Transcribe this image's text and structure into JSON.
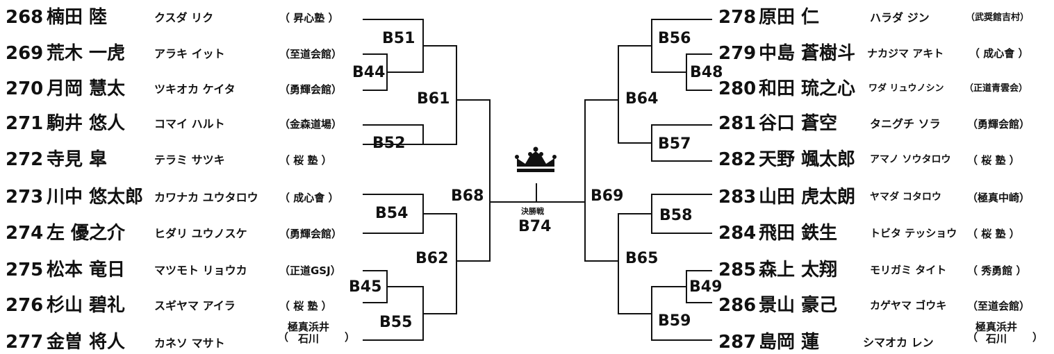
{
  "left": [
    {
      "no": "268",
      "name": "楠田 陸",
      "kana": "クスダ リク",
      "dojo": "（ 昇心塾 ）"
    },
    {
      "no": "269",
      "name": "荒木 一虎",
      "kana": "アラキ イット",
      "dojo": "（至道会館）"
    },
    {
      "no": "270",
      "name": "月岡 慧太",
      "kana": "ツキオカ ケイタ",
      "dojo": "（勇輝会館）"
    },
    {
      "no": "271",
      "name": "駒井 悠人",
      "kana": "コマイ ハルト",
      "dojo": "（金森道場）"
    },
    {
      "no": "272",
      "name": "寺見 皐",
      "kana": "テラミ サツキ",
      "dojo": "（  桜 塾  ）"
    },
    {
      "no": "273",
      "name": "川中 悠太郎",
      "kana": "カワナカ ユウタロウ",
      "dojo": "（ 成心會 ）"
    },
    {
      "no": "274",
      "name": "左 優之介",
      "kana": "ヒダリ ユウノスケ",
      "dojo": "（勇輝会館）"
    },
    {
      "no": "275",
      "name": "松本 竜日",
      "kana": "マツモト リョウカ",
      "dojo": "（正道GSJ）"
    },
    {
      "no": "276",
      "name": "杉山 碧礼",
      "kana": "スギヤマ アイラ",
      "dojo": "（  桜 塾  ）"
    },
    {
      "no": "277",
      "name": "金曽 将人",
      "kana": "カネソ マサト",
      "dojo_l1": "極真浜井",
      "dojo_l2": "石川"
    }
  ],
  "right": [
    {
      "no": "278",
      "name": "原田 仁",
      "kana": "ハラダ ジン",
      "dojo": "（武奨館吉村）"
    },
    {
      "no": "279",
      "name": "中島 蒼樹斗",
      "kana": "ナカジマ アキト",
      "dojo": "（ 成心會 ）"
    },
    {
      "no": "280",
      "name": "和田 琉之心",
      "kana": "ワダ リュウノシン",
      "dojo": "（正道青雲会）"
    },
    {
      "no": "281",
      "name": "谷口 蒼空",
      "kana": "タニグチ ソラ",
      "dojo": "（勇輝会館）"
    },
    {
      "no": "282",
      "name": "天野 颯太郎",
      "kana": "アマノ ソウタロウ",
      "dojo": "（  桜 塾  ）"
    },
    {
      "no": "283",
      "name": "山田 虎太朗",
      "kana": "ヤマダ コタロウ",
      "dojo": "（極真中崎）"
    },
    {
      "no": "284",
      "name": "飛田 鉄生",
      "kana": "トビタ テッショウ",
      "dojo": "（  桜 塾  ）"
    },
    {
      "no": "285",
      "name": "森上 太翔",
      "kana": "モリガミ タイト",
      "dojo": "（ 秀勇館 ）"
    },
    {
      "no": "286",
      "name": "景山 豪己",
      "kana": "カゲヤマ ゴウキ",
      "dojo": "（至道会館）"
    },
    {
      "no": "287",
      "name": "島岡 蓮",
      "kana": "シマオカ レン",
      "dojo_l1": "極真浜井",
      "dojo_l2": "石川"
    }
  ],
  "bouts": {
    "b44": "B44",
    "b45": "B45",
    "b51": "B51",
    "b52": "B52",
    "b54": "B54",
    "b55": "B55",
    "b61": "B61",
    "b62": "B62",
    "b68": "B68",
    "b48": "B48",
    "b49": "B49",
    "b56": "B56",
    "b57": "B57",
    "b58": "B58",
    "b59": "B59",
    "b64": "B64",
    "b65": "B65",
    "b69": "B69"
  },
  "final": {
    "label": "決勝戦",
    "id": "B74",
    "icon": "crown-icon"
  },
  "colors": {
    "line": "#111111",
    "text": "#111111"
  }
}
